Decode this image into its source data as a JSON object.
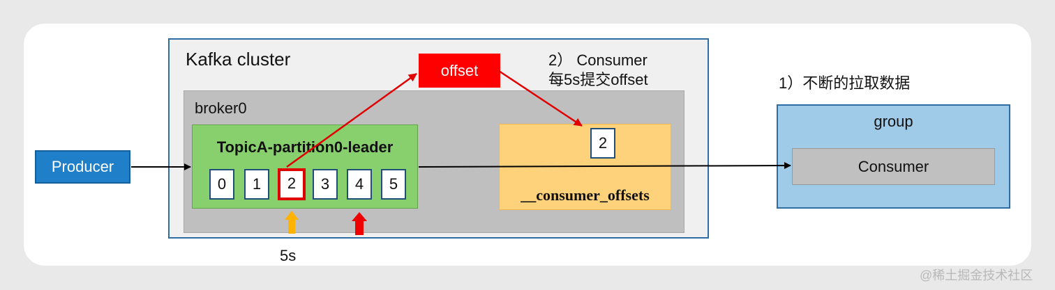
{
  "cluster": {
    "title": "Kafka cluster"
  },
  "broker": {
    "title": "broker0"
  },
  "partition": {
    "title": "TopicA-partition0-leader",
    "offsets": [
      "0",
      "1",
      "2",
      "3",
      "4",
      "5"
    ]
  },
  "consumer_offsets": {
    "label": "__consumer_offsets",
    "value": "2"
  },
  "producer": {
    "label": "Producer"
  },
  "offset_tag": {
    "label": "offset"
  },
  "notes": {
    "step2_line1": "2） Consumer",
    "step2_line2": "每5s提交offset",
    "step1": "1）不断的拉取数据"
  },
  "group": {
    "title": "group",
    "consumer_label": "Consumer"
  },
  "time_label": "5s",
  "watermark": "@稀土掘金技术社区",
  "colors": {
    "producer": "#1f7fc8",
    "partition": "#88cf6e",
    "consumer_offsets": "#fdd27a",
    "group": "#9fcbe9",
    "commit_red": "#ff0000",
    "commit_arrow_orange": "#ffb300"
  }
}
